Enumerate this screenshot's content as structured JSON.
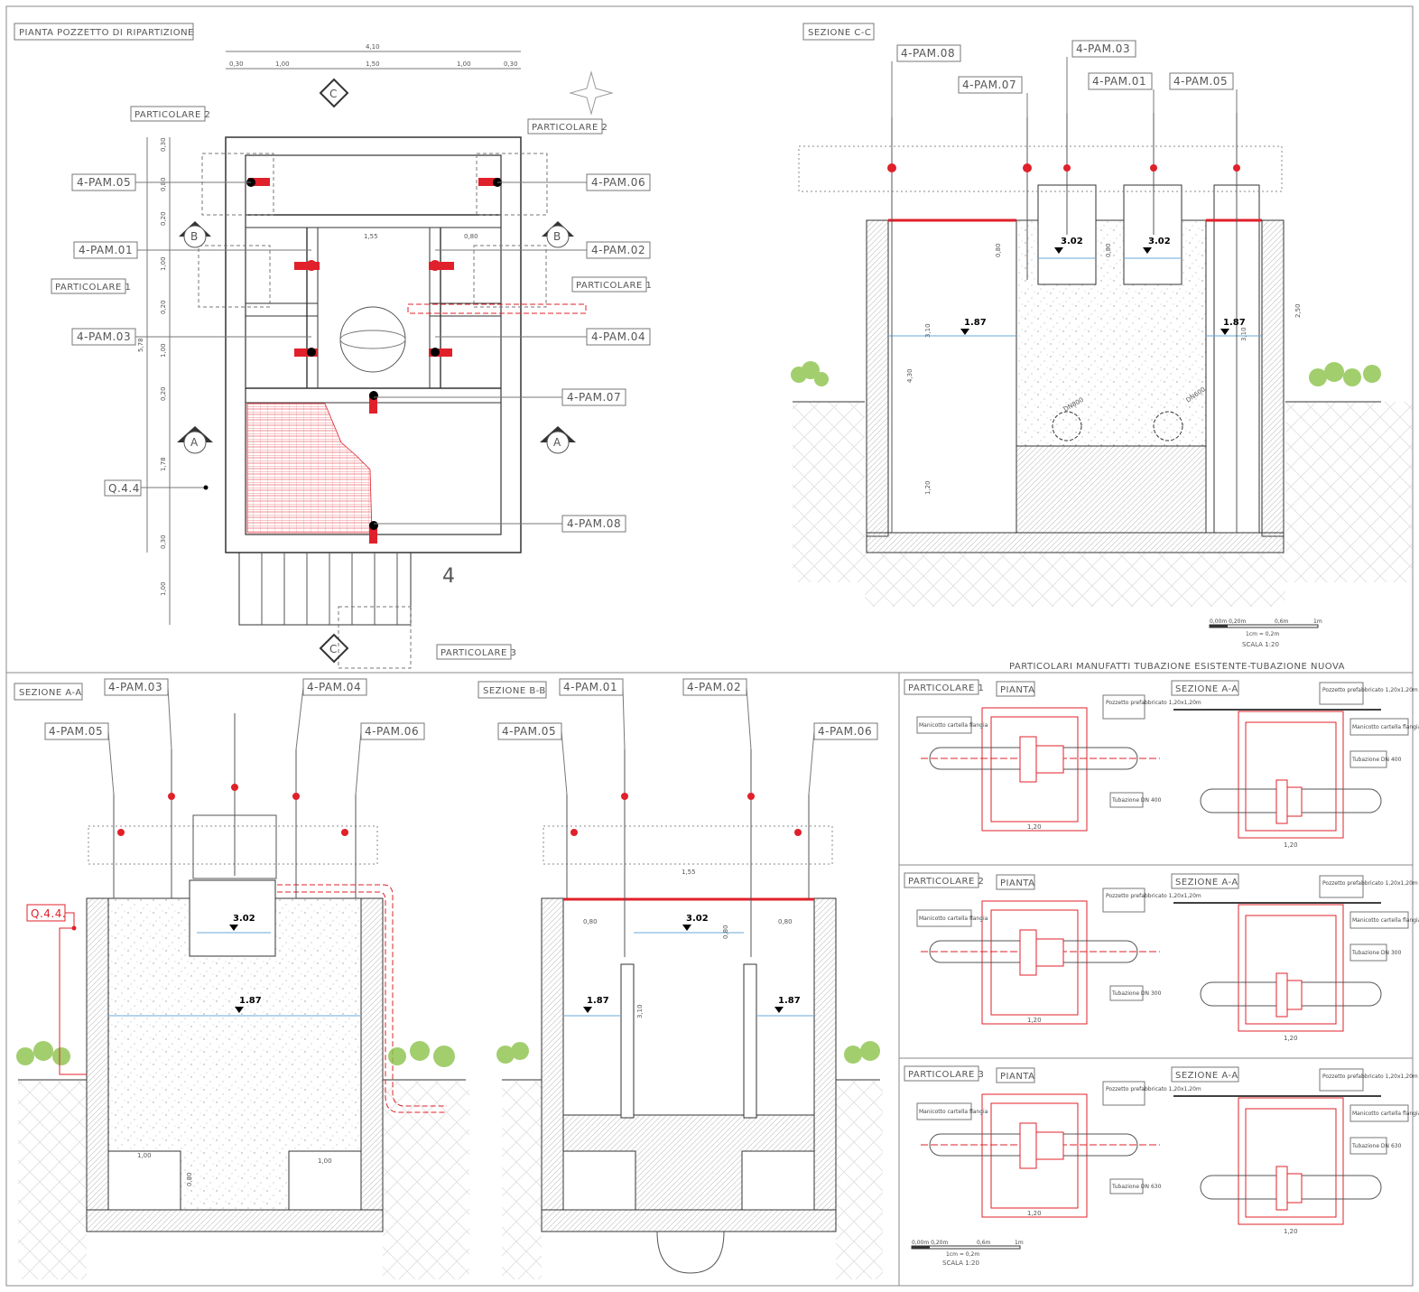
{
  "colors": {
    "line": "#333333",
    "thin": "#777777",
    "red": "#e0202a",
    "water": "#6aa8d8",
    "plant": "#8bc34a"
  },
  "titles": {
    "plan": "PIANTA POZZETTO DI RIPARTIZIONE",
    "sec_cc": "SEZIONE C-C",
    "sec_aa": "SEZIONE A-A",
    "sec_bb": "SEZIONE B-B",
    "details": "PARTICOLARI MANUFATTI TUBAZIONE ESISTENTE-TUBAZIONE NUOVA"
  },
  "tags": {
    "pam01": "4-PAM.01",
    "pam02": "4-PAM.02",
    "pam03": "4-PAM.03",
    "pam04": "4-PAM.04",
    "pam05": "4-PAM.05",
    "pam06": "4-PAM.06",
    "pam07": "4-PAM.07",
    "pam08": "4-PAM.08",
    "q44": "Q.4.4",
    "q44b": "Q.4.4."
  },
  "plan": {
    "part1": "PARTICOLARE 1",
    "part2": "PARTICOLARE 2",
    "part3": "PARTICOLARE 3",
    "sec_a": "A",
    "sec_b": "B",
    "sec_c": "C",
    "floor_no": "4",
    "dims_top": {
      "total": "4,10",
      "d1": "0,30",
      "d2": "1,00",
      "d3": "1,50",
      "d4": "1,00",
      "d5": "0,30"
    },
    "dims_left": {
      "total": "5,78",
      "v1": "0,30",
      "v2": "0,80",
      "v3": "0,20",
      "v4": "1,00",
      "v5": "0,20",
      "v6": "1,00",
      "v7": "0,20",
      "v8": "1,78",
      "v9": "0,30",
      "v10": "1,00"
    },
    "dims_inner": {
      "w1": "1,55",
      "w2": "0,80"
    }
  },
  "levels": {
    "high": "3.02",
    "low": "1.87"
  },
  "sec_cc_dims": {
    "d1": "0,80",
    "d2": "0,80",
    "d3": "3,10",
    "d4": "4,30",
    "d5": "1,20",
    "d6": "2,50",
    "d7": "3,10",
    "pipe1": "DN800",
    "pipe2": "DN600"
  },
  "sec_aa_dims": {
    "w1": "1,00",
    "w2": "1,00",
    "h1": "0,80"
  },
  "sec_bb_dims": {
    "w1": "1,55",
    "w2": "0,80",
    "w3": "0,80",
    "h1": "0,80",
    "h2": "3,10"
  },
  "scale": {
    "label": "SCALA 1:20",
    "bar": "1cm = 0,2m",
    "t0": "0,00m 0,20m",
    "t1": "0,6m",
    "t2": "1m"
  },
  "details": {
    "rows": [
      {
        "part": "PARTICOLARE 1",
        "pianta": "PIANTA",
        "sezione": "SEZIONE A-A",
        "pozzetto": "Pozzetto prefabbricato 1,20x1,20m",
        "manicotto": "Manicotto cartella flangia",
        "tubo": "Tubazione DN 400",
        "dim": "1,20"
      },
      {
        "part": "PARTICOLARE 2",
        "pianta": "PIANTA",
        "sezione": "SEZIONE A-A",
        "pozzetto": "Pozzetto prefabbricato 1,20x1,20m",
        "manicotto": "Manicotto cartella flangia",
        "tubo": "Tubazione DN 300",
        "dim": "1,20"
      },
      {
        "part": "PARTICOLARE 3",
        "pianta": "PIANTA",
        "sezione": "SEZIONE A-A",
        "pozzetto": "Pozzetto prefabbricato 1,20x1,20m",
        "manicotto": "Manicotto cartella flangia",
        "tubo": "Tubazione DN 630",
        "dim": "1,20"
      }
    ]
  }
}
